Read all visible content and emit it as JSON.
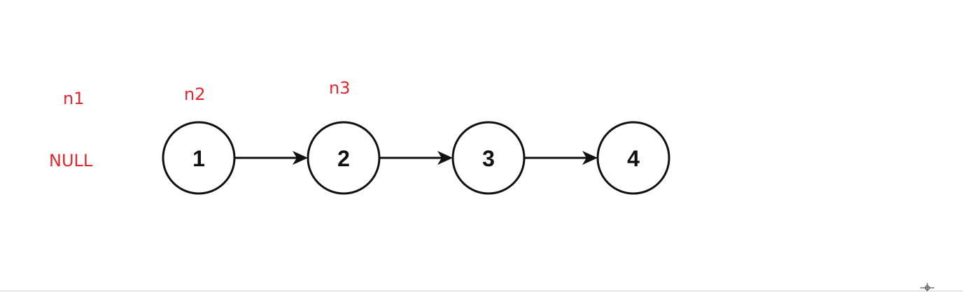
{
  "labels": {
    "n1": "n1",
    "n2": "n2",
    "n3": "n3",
    "null_label": "NULL"
  },
  "nodes": [
    {
      "id": "node-1",
      "value": "1"
    },
    {
      "id": "node-2",
      "value": "2"
    },
    {
      "id": "node-3",
      "value": "3"
    },
    {
      "id": "node-4",
      "value": "4"
    }
  ],
  "edges": [
    {
      "from": "node-1",
      "to": "node-2"
    },
    {
      "from": "node-2",
      "to": "node-3"
    },
    {
      "from": "node-3",
      "to": "node-4"
    }
  ],
  "colors": {
    "label": "#e0282e",
    "node_stroke": "#111111",
    "background": "#ffffff"
  }
}
